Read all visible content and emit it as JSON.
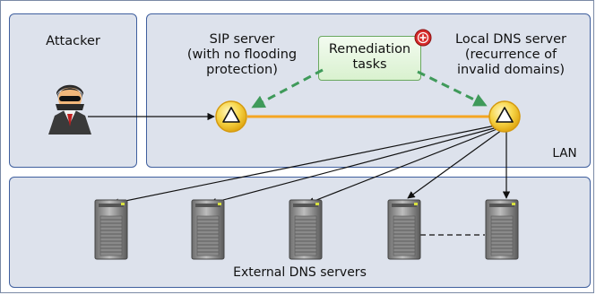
{
  "attacker": {
    "label": "Attacker"
  },
  "sip_server": {
    "label_line1": "SIP server",
    "label_line2": "(with no flooding",
    "label_line3": "protection)"
  },
  "remediation": {
    "label_line1": "Remediation",
    "label_line2": "tasks"
  },
  "local_dns": {
    "label_line1": "Local DNS server",
    "label_line2": "(recurrence of",
    "label_line3": "invalid domains)"
  },
  "lan": {
    "label": "LAN"
  },
  "external": {
    "label": "External DNS servers"
  },
  "colors": {
    "panel_border": "#3f5f9e",
    "panel_fill": "#dde2ec",
    "link_orange": "#f5a623",
    "dashed_green": "#3f9a5a",
    "node_yellow": "#f7d64a",
    "badge_red": "#d62b2b"
  },
  "icons": {
    "attacker": "hacker-icon",
    "node": "triangle-node-icon",
    "server": "server-tower-icon",
    "badge": "plus-badge-icon"
  }
}
